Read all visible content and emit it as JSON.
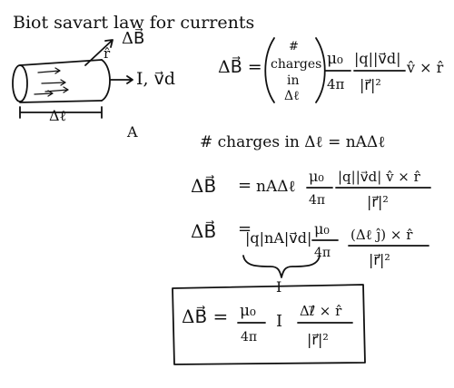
{
  "title": "Biot savart law for currents",
  "diagram": {
    "delta_b_label": "ΔB⃗",
    "r_label": "r̂",
    "current_label": "I, v⃗d",
    "length_label": "Δℓ",
    "area_label": "A"
  },
  "eq1": {
    "lhs": "ΔB⃗ =",
    "paren_line1": "#",
    "paren_line2": "charges",
    "paren_line3": "in",
    "paren_line4": "Δℓ",
    "coef_num": "μ₀",
    "coef_den": "4π",
    "frac_num": "|q||v⃗d|",
    "frac_den": "|r⃗|²",
    "tail": "v̂ × r̂"
  },
  "charges": "# charges in Δℓ = nAΔℓ",
  "eq2": {
    "lhs": "ΔB⃗",
    "equals": "=",
    "factor": "nAΔℓ",
    "coef_num": "μ₀",
    "coef_den": "4π",
    "frac_num": "|q||v⃗d| v̂ × r̂",
    "frac_den": "|r⃗|²"
  },
  "eq3": {
    "lhs": "ΔB⃗",
    "equals": "=",
    "factor": "|q|nA|v⃗d|",
    "coef_num": "μ₀",
    "coef_den": "4π",
    "frac_num": "(Δℓ ĵ) × r̂",
    "frac_den": "|r⃗|²",
    "brace_label": "I"
  },
  "eq4": {
    "lhs": "ΔB⃗ =",
    "coef_num": "μ₀",
    "coef_den": "4π",
    "current": "I",
    "frac_num": "Δℓ⃗ × r̂",
    "frac_den": "|r⃗|²"
  }
}
